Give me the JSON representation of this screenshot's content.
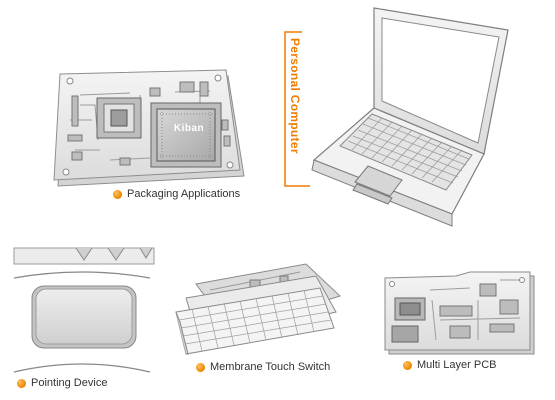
{
  "labels": {
    "packaging": "Packaging Applications",
    "personal_computer": "Personal Computer",
    "pointing_device": "Pointing Device",
    "membrane_switch": "Membrane Touch Switch",
    "multilayer_pcb": "Multi Layer PCB"
  },
  "chip_marking": "Kiban",
  "colors": {
    "accent": "#f07d00",
    "line": "#9a9a9a",
    "fill": "#ececec"
  }
}
